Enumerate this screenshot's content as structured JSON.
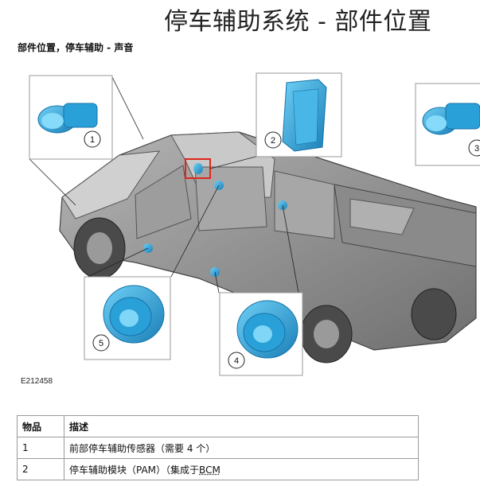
{
  "page": {
    "title": "停车辅助系统 - 部件位置",
    "subtitle": "部件位置，停车辅助 - 声音",
    "figure_id": "E212458"
  },
  "callouts": [
    "1",
    "2",
    "3",
    "4",
    "5"
  ],
  "colors": {
    "part_blue": "#2aa0d8",
    "highlight_red": "#e0261b",
    "vehicle_gray": "#8c8c8c"
  },
  "table": {
    "headers": [
      "物品",
      "描述"
    ],
    "rows": [
      {
        "item": "1",
        "description": "前部停车辅助传感器（需要 4 个）"
      },
      {
        "item": "2",
        "description_prefix": "停车辅助模块（PAM）（集成于",
        "description_link": "BCM"
      }
    ]
  }
}
